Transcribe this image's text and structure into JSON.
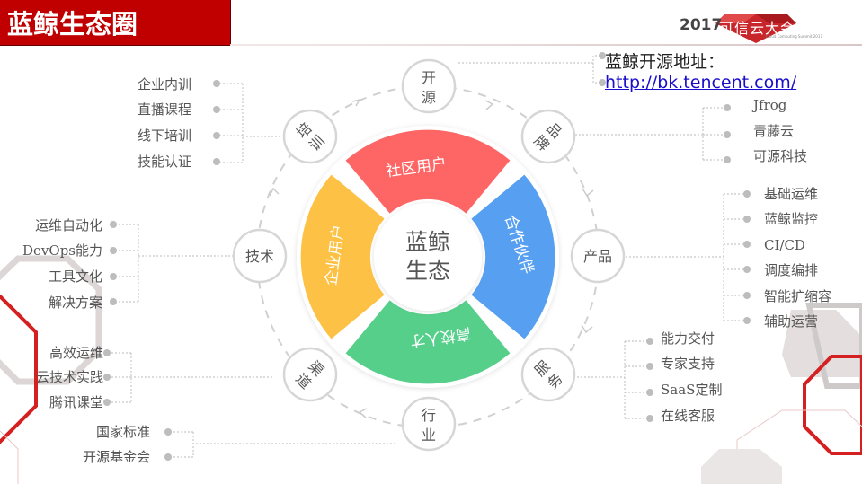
{
  "header": {
    "title": "蓝鲸生态圈",
    "title_bg_color": "#c00000",
    "logo": {
      "year": "2017",
      "name": "可信云大会",
      "subtitle": "Cloud Computing Summit 2017"
    }
  },
  "address": {
    "label": "蓝鲸开源地址：",
    "url": "http://bk.tencent.com/"
  },
  "center": {
    "line1": "蓝鲸",
    "line2": "生态"
  },
  "segments": [
    {
      "label": "社区用户",
      "color": "#fe6666"
    },
    {
      "label": "合作伙伴",
      "color": "#579ff0"
    },
    {
      "label": "高校人才",
      "color": "#56cf8b"
    },
    {
      "label": "企业用户",
      "color": "#fdc145"
    }
  ],
  "nodes": {
    "open_source": {
      "label1": "开",
      "label2": "源"
    },
    "brand": {
      "label1": "品",
      "label2": "牌",
      "items": [
        "Jfrog",
        "青藤云",
        "可源科技"
      ]
    },
    "product": {
      "label": "产品",
      "items": [
        "基础运维",
        "蓝鲸监控",
        "CI/CD",
        "调度编排",
        "智能扩缩容",
        "辅助运营"
      ]
    },
    "service": {
      "label1": "服",
      "label2": "务",
      "items": [
        "能力交付",
        "专家支持",
        "SaaS定制",
        "在线客服"
      ]
    },
    "industry": {
      "label1": "行",
      "label2": "业",
      "items": [
        "国家标准",
        "开源基金会"
      ]
    },
    "channel": {
      "label1": "渠",
      "label2": "道",
      "items": [
        "高效运维",
        "云技术实践",
        "腾讯课堂"
      ]
    },
    "tech": {
      "label": "技术",
      "items": [
        "运维自动化",
        "DevOps能力",
        "工具文化",
        "解决方案"
      ]
    },
    "training": {
      "label1": "培",
      "label2": "训",
      "items": [
        "企业内训",
        "直播课程",
        "线下培训",
        "技能认证"
      ]
    }
  },
  "colors": {
    "node_border": "#d6d6d6",
    "dot": "#bdbdbd",
    "link": "#1a0dcc",
    "deco_red": "#d42020",
    "deco_gray": "#d9d4d4"
  }
}
